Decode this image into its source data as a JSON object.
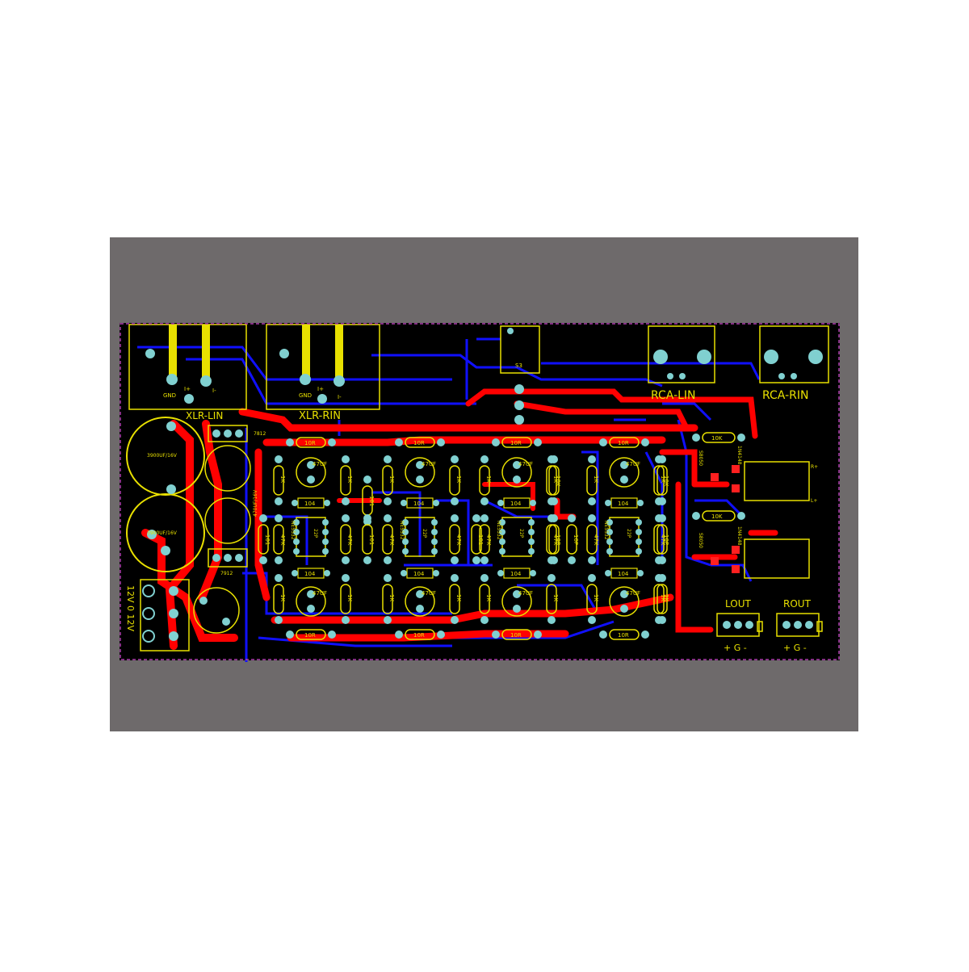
{
  "colors": {
    "page": "#ffffff",
    "frame": "#6e6a6b",
    "board": "#000000",
    "outline": "#b040b0",
    "silk": "#e8e000",
    "top_copper": "#ff0000",
    "bottom_copper": "#1010ff",
    "pad": "#80d0d0",
    "hole": "#2a8080",
    "smd": "#ff2020"
  },
  "labels": {
    "xlr_lin": "XLR-LIN",
    "xlr_rin": "XLR-RIN",
    "rca_lin": "RCA-LIN",
    "rca_rin": "RCA-RIN",
    "gnd": "GND",
    "i_plus": "I+",
    "i_minus": "I-",
    "s3": "S3",
    "cap_big": "3900UF/16V",
    "cap_small": "470UF/16V",
    "reg_7812": "7812",
    "reg_7912": "7912",
    "power_terminal": "12V 0 12V",
    "r_10r": "10R",
    "r_1k": "1K",
    "r_47k": "47K",
    "r_10k": "10K",
    "c_47uf": "47UF",
    "c_104": "104",
    "c_101": "101",
    "c_10p": "10P",
    "c_22p": "22P",
    "ic": "NE5532",
    "diode": "1N4148",
    "transistor": "S8050",
    "lout": "LOUT",
    "rout": "ROUT",
    "out_pins": "+ G -",
    "relay_r": "R+",
    "relay_l": "L+"
  }
}
